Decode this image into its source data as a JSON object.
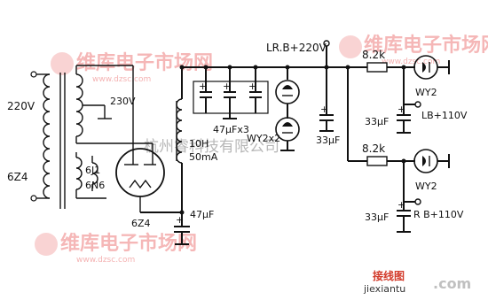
{
  "labels": {
    "mains": "220V",
    "sec_230": "230V",
    "heater_6z4": "6Z4",
    "heater_6j1": "6J1",
    "heater_6n6": "6N6",
    "rect_tube": "6Z4",
    "choke_l": "10H",
    "choke_i": "50mA",
    "cap_bank": "47μFx3",
    "cap_47": "47μF",
    "vr_tubes": "WY2x2",
    "cap_33_mid": "33μF",
    "supply_lr": "LR.B+220V",
    "r_top": "8.2k",
    "r_bot": "8.2k",
    "wy2_top": "WY2",
    "wy2_bot": "WY2",
    "cap_33_top": "33μF",
    "cap_33_bot": "33μF",
    "lb_out": "LB+110V",
    "rb_out": "R B+110V"
  },
  "watermark": {
    "brand_left": "维库电子市场网",
    "brand_right": "维库电子市场网",
    "brand_bottom": "维库电子市场网",
    "url_left": "www.dzsc.com",
    "url_right": "www.dzsc.com",
    "url_bottom": "www.dzsc.com",
    "mid_text": "杭州睿科技有限公司",
    "corner_zh": "接线图",
    "corner_url": "jiexiantu",
    "corner_com": ".com"
  }
}
